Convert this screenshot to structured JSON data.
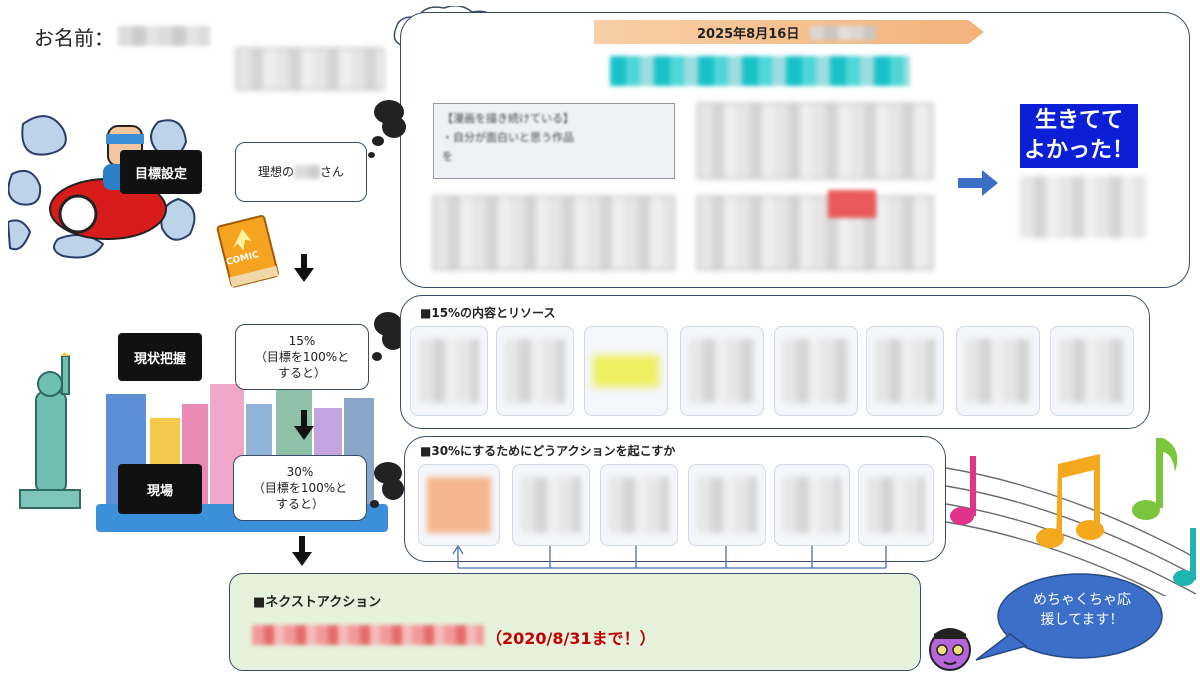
{
  "name_label": "お名前：",
  "date_banner": "2025年8月16日",
  "ideal_label_prefix": "理想の",
  "ideal_label_suffix": "さん",
  "stages": {
    "goal": "目標設定",
    "current": "現状把握",
    "field": "現場"
  },
  "current_percent": "15%",
  "current_note": "（目標を100%と\nすると）",
  "field_percent": "30%",
  "field_note": "（目標を100%と\nすると）",
  "top_box": {
    "card1_line1": "【漫画を描き続けている】",
    "card1_line2": "・自分が面白いと思う作品",
    "card1_line3": "を"
  },
  "alive_text_line1": "生きてて",
  "alive_text_line2": "よかった！",
  "comic_label": "COMIC",
  "section_15": "■15%の内容とリソース",
  "section_30": "■30%にするためにどうアクションを起こすか",
  "next_action_title": "■ネクストアクション",
  "next_action_deadline": "（2020/8/31まで！）",
  "cheer_text": "めちゃくちゃ応\n援してます！",
  "colors": {
    "accent_red": "#c00000",
    "banner_orange": "#f4c79a",
    "alive_bg": "#0a1fd6",
    "next_bg": "#e6f2dc",
    "cheer_bg": "#3b6fc9"
  },
  "icons": [
    "person-riding-bumper-car-illustration",
    "comic-book-icon",
    "statue-of-liberty-illustration",
    "city-skyline-illustration",
    "music-notes-illustration",
    "purple-face-mascot-icon"
  ]
}
